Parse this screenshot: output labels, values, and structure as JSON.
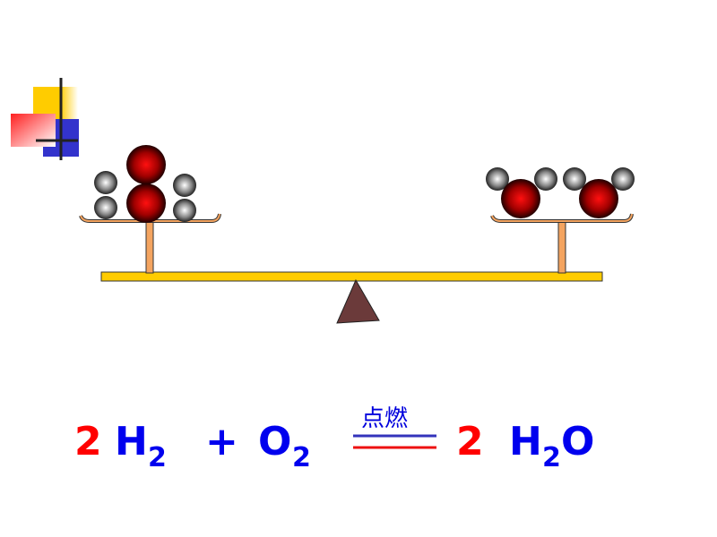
{
  "equation": {
    "coef_h2": "2",
    "h2_symbol": "H",
    "h2_sub": "2",
    "plus": "+",
    "o2_symbol": "O",
    "o2_sub": "2",
    "condition": "点燃",
    "coef_h2o": "2",
    "h2o_h": "H",
    "h2o_sub": "2",
    "h2o_o": "O"
  },
  "colors": {
    "coefficient": "#ff0000",
    "formula": "#0000ee",
    "beam": "#ffcc00",
    "pan": "#f4a460",
    "fulcrum": "#6b3a3a"
  }
}
